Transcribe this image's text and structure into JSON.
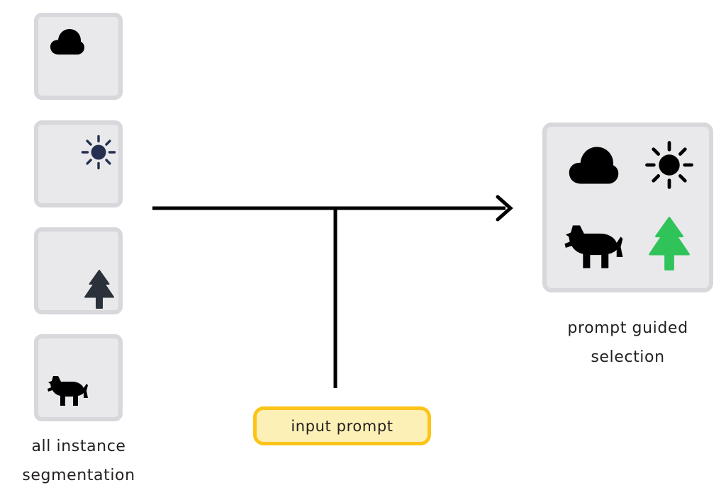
{
  "diagram": {
    "background_color": "#ffffff",
    "title_absent": true
  },
  "palette": {
    "card_fill": "#e9e9eb",
    "card_border": "#d7d7dc",
    "icon_black": "#000000",
    "icon_navy": "#242f51",
    "icon_dark_slate": "#2b313a",
    "icon_green": "#2fc35a",
    "prompt_fill": "#fdf0b6",
    "prompt_border": "#fcc419",
    "line_color": "#000000",
    "text_color": "#231f20"
  },
  "left_column": {
    "caption_line1": "all instance",
    "caption_line2": "segmentation",
    "cards": [
      {
        "index": 1,
        "icon_name": "cloud-icon",
        "icon_label": "cloud",
        "icon_color": "#000000",
        "icon_position": "top-left"
      },
      {
        "index": 2,
        "icon_name": "sun-icon",
        "icon_label": "sun",
        "icon_color": "#242f51",
        "icon_position": "top-right"
      },
      {
        "index": 3,
        "icon_name": "tree-icon",
        "icon_label": "pine tree",
        "icon_color": "#2b313a",
        "icon_position": "bottom-right"
      },
      {
        "index": 4,
        "icon_name": "dog-icon",
        "icon_label": "dog",
        "icon_color": "#000000",
        "icon_position": "bottom-left"
      }
    ]
  },
  "flow": {
    "arrow_name": "process-arrow",
    "arrow_direction": "left-to-right",
    "connector_name": "prompt-connector-line"
  },
  "prompt": {
    "label": "input prompt"
  },
  "right_panel": {
    "caption_line1": "prompt guided",
    "caption_line2": "selection",
    "icons": [
      {
        "index": 1,
        "icon_name": "cloud-icon",
        "icon_label": "cloud",
        "icon_color": "#000000",
        "grid_position": "top-left"
      },
      {
        "index": 2,
        "icon_name": "sun-icon",
        "icon_label": "sun",
        "icon_color": "#000000",
        "grid_position": "top-right"
      },
      {
        "index": 3,
        "icon_name": "dog-icon",
        "icon_label": "dog",
        "icon_color": "#000000",
        "grid_position": "bottom-left"
      },
      {
        "index": 4,
        "icon_name": "tree-icon",
        "icon_label": "pine tree",
        "icon_color": "#2fc35a",
        "grid_position": "bottom-right"
      }
    ]
  }
}
